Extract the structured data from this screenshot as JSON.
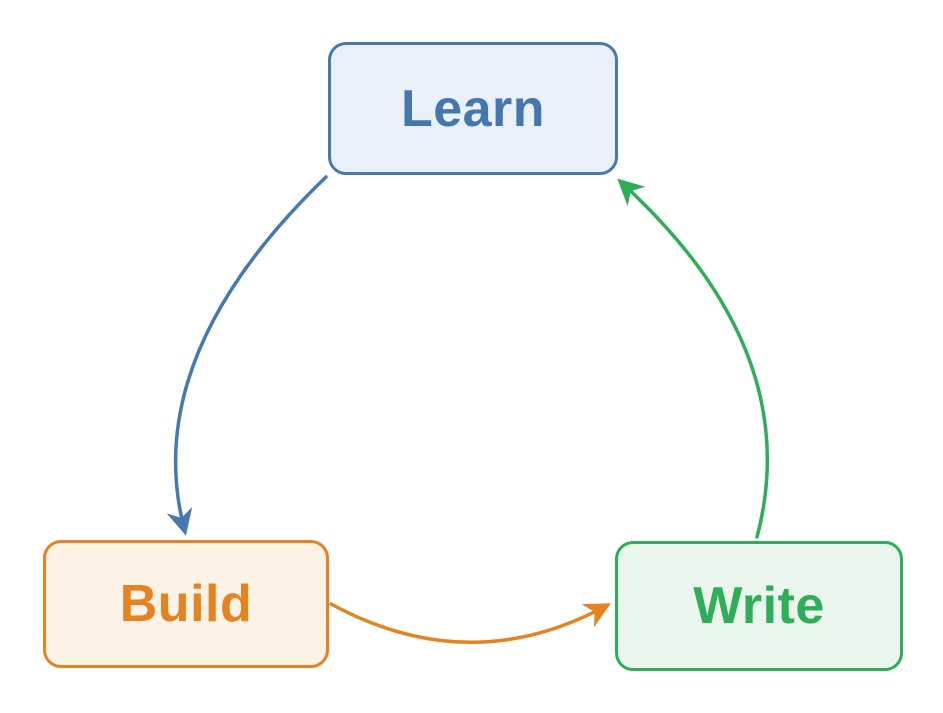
{
  "canvas": {
    "background_color": "#ffffff"
  },
  "diagram": {
    "type": "cycle-flow",
    "nodes": [
      {
        "id": "learn",
        "label": "Learn",
        "border_color": "#4679b2",
        "fill_color": "#eaf0f8",
        "text_color": "#4377ad"
      },
      {
        "id": "build",
        "label": "Build",
        "border_color": "#e6821f",
        "fill_color": "#fcf2e5",
        "text_color": "#e6821f"
      },
      {
        "id": "write",
        "label": "Write",
        "border_color": "#2eae59",
        "fill_color": "#e9f5ed",
        "text_color": "#2eae59"
      }
    ],
    "edges": [
      {
        "from": "learn",
        "to": "build",
        "color": "#4679b2"
      },
      {
        "from": "build",
        "to": "write",
        "color": "#e6821f"
      },
      {
        "from": "write",
        "to": "learn",
        "color": "#2eae59"
      }
    ]
  }
}
